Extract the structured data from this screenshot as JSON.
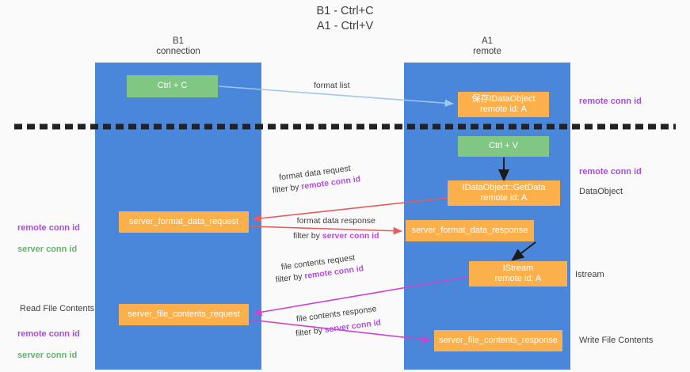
{
  "title": "B1 - Ctrl+C\nA1 - Ctrl+V",
  "lanes": [
    {
      "name": "b1",
      "label": "B1\nconnection"
    },
    {
      "name": "a1",
      "label": "A1\nremote"
    }
  ],
  "nodes": {
    "ctrl_c": "Ctrl + C",
    "save_dataobject": "保存IDataObject\nremote id: A",
    "ctrl_v": "Ctrl + V",
    "get_data": "IDataObject::GetData\nremote id: A",
    "server_format_data_request": "server_format_data_request",
    "server_format_data_response": "server_format_data_response",
    "istream": "IStream\nremote id: A",
    "server_file_contents_request": "server_file_contents_request",
    "server_file_contents_response": "server_file_contents_response"
  },
  "edges": {
    "format_list": "format list",
    "format_data_request": "format data request",
    "format_data_request_filter_prefix": "filter by ",
    "format_data_request_filter_key": "remote conn id",
    "format_data_response": "format data response",
    "format_data_response_filter_prefix": "filter by ",
    "format_data_response_filter_key": "server conn id",
    "file_contents_request": "file contents request",
    "file_contents_request_filter_prefix": "filter by ",
    "file_contents_request_filter_key": "remote conn id",
    "file_contents_response": "file contents response",
    "file_contents_response_filter_prefix": "filter by ",
    "file_contents_response_filter_key": "server conn id"
  },
  "annotations": {
    "remote_conn_id_top": "remote conn id",
    "remote_conn_id_mid": "remote conn id",
    "dataobject": "DataObject",
    "istream": "Istream",
    "write_file_contents": "Write File Contents",
    "read_file_contents": "Read File Contents",
    "left_ids_mid": "remote conn id\nserver conn id",
    "left_ids_bottom": "remote conn id\nserver conn id"
  },
  "colors": {
    "lane": "#4a86d9",
    "green_node": "#81c784",
    "orange_node": "#fbb04c",
    "purple_text": "#a64dd6",
    "green_text": "#63b36b",
    "red_arrow": "#ea5b5b",
    "magenta_arrow": "#cc44cc",
    "light_blue_arrow": "#9cc9f0",
    "divider": "#222222",
    "background": "#fafafa"
  }
}
